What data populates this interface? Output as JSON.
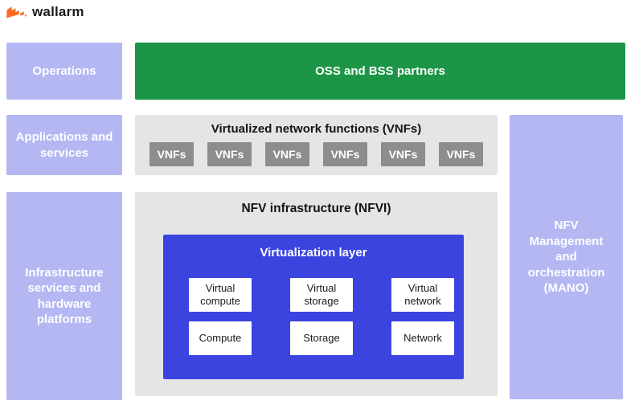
{
  "brand": {
    "name": "wallarm",
    "logo_icon": "wallarm-flame-mark",
    "logo_color": "#fb6a1e"
  },
  "left_column": {
    "operations_label": "Operations",
    "applications_label": "Applications and services",
    "infrastructure_label": "Infrastructure services and hardware platforms"
  },
  "top_row": {
    "oss_bss_label": "OSS and BSS partners"
  },
  "vnf_section": {
    "title": "Virtualized network functions (VNFs)",
    "chips": [
      "VNFs",
      "VNFs",
      "VNFs",
      "VNFs",
      "VNFs",
      "VNFs"
    ]
  },
  "nfvi_section": {
    "title": "NFV infrastructure (NFVI)",
    "virtualization_layer": {
      "title": "Virtualization layer",
      "cards": [
        "Virtual compute",
        "Virtual storage",
        "Virtual network",
        "Compute",
        "Storage",
        "Network"
      ]
    }
  },
  "mano": {
    "label": "NFV Management and orchestration (MANO)"
  },
  "colors": {
    "lavender": "#b4b7f2",
    "green": "#1d9546",
    "blue": "#3c44e0",
    "chip_gray": "#8d8d8d",
    "panel_gray": "#e5e5e5",
    "logo_orange": "#fb6a1e"
  }
}
